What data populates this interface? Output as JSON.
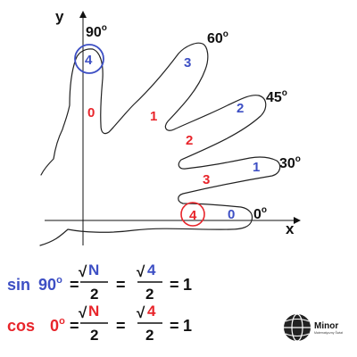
{
  "colors": {
    "red": "#e8252b",
    "blue": "#3d4fc4",
    "black": "#111111"
  },
  "axes": {
    "x": "x",
    "y": "y"
  },
  "angles": {
    "a90": "90",
    "a60": "60",
    "a45": "45",
    "a30": "30",
    "a0": "0",
    "deg": "o"
  },
  "left_counts": [
    "0",
    "1",
    "2",
    "3",
    "4"
  ],
  "right_counts": [
    "4",
    "3",
    "2",
    "1",
    "0"
  ],
  "formulas": {
    "sin": {
      "fn": "sin",
      "angle": "90",
      "deg": "o",
      "eq": "=",
      "root": "√",
      "symbol": "N",
      "den": "2",
      "value": "4",
      "result": "1"
    },
    "cos": {
      "fn": "cos",
      "angle": "0",
      "deg": "o",
      "eq": "=",
      "root": "√",
      "symbol": "N",
      "den": "2",
      "value": "4",
      "result": "1"
    }
  },
  "logo": {
    "name": "Minor",
    "tagline": "Matematyczny Świat",
    "icon": "globe-icon"
  }
}
